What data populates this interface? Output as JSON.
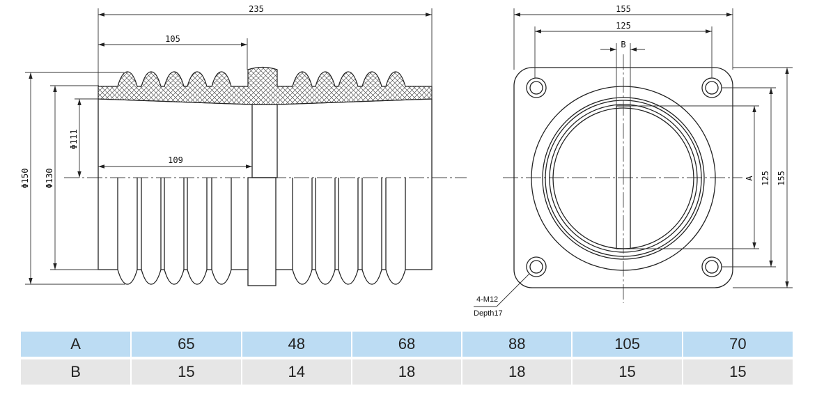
{
  "side_view": {
    "dim_overall_length": "235",
    "dim_left_shed_section": "105",
    "dim_inner_length": "109",
    "dim_outer_diameter": "Φ150",
    "dim_body_diameter": "Φ130",
    "dim_inner_diameter": "Φ111"
  },
  "end_view": {
    "dim_flange_width": "155",
    "dim_hole_spacing": "125",
    "dim_slot_width": "B",
    "dim_slot_length": "A",
    "dim_hole_spacing_vertical": "125",
    "dim_flange_height": "155",
    "thread_note": "4-M12",
    "depth_note": "Depth17"
  },
  "spec_table": {
    "rows": [
      {
        "label": "A",
        "values": [
          "65",
          "48",
          "68",
          "88",
          "105",
          "70"
        ],
        "color": "#bcdcf3"
      },
      {
        "label": "B",
        "values": [
          "15",
          "14",
          "18",
          "18",
          "15",
          "15"
        ],
        "color": "#e6e6e6"
      }
    ]
  }
}
